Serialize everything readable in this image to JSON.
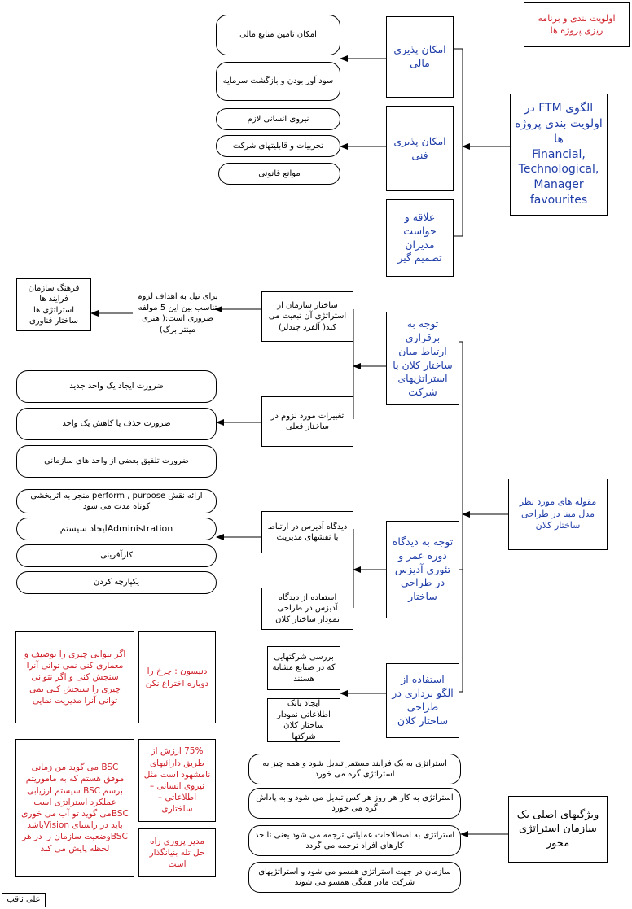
{
  "corner_title": "اولویت بندی و برنامه ریزی پروژه ها",
  "ftm": {
    "line1": "الگوی FTM در اولویت بندی پروژه ها",
    "line2": "Financial, Technological, Manager favourites"
  },
  "financial": {
    "title": "امکان پذیری مالی",
    "items": [
      "امکان تامین منابع مالی",
      "سود آور بودن و بازگشت سرمایه"
    ]
  },
  "technical": {
    "title": "امکان پذیری فنی",
    "items": [
      "نیروی انسانی لازم",
      "تجربیات و قابلیتهای شرکت",
      "موانع قانونی"
    ]
  },
  "managers": "علاقه و خواست مدیران تصمیم گیر",
  "criteria": "مقوله های مورد نظر مدل مبنا در طراحی ساختار کلان",
  "macro_link": {
    "title": "توجه به برقراری ارتباط میان ساختار کلان با استراتژیهای شرکت",
    "chandler": "ساختار سازمان از استراتژی آن تبعیت می کند( آلفرد چندلر)",
    "mintzberg": "برای نیل به اهداف لزوم تناسب بین این 5 مولفه ضروری است:( هنری مینتز برگ)",
    "components": "فرهنگ سازمان فرایند ها استراتژی ها ساختار فناوری",
    "changes": "تغییرات مورد لزوم در ساختار فعلی",
    "change_items": [
      "ضرورت ایجاد یک واحد جدید",
      "ضرورت حذف یا کاهش یک واحد",
      "ضرورت تلفیق بعضی از واحد های سازمانی"
    ]
  },
  "adizes": {
    "title": "توجه به دیدگاه دوره عمر و تئوری آدیزس در طراحی ساختار",
    "roles_view": "دیدگاه آدیزس در ارتباط با نقشهای مدیریت",
    "usage": "استفاده از دیدگاه آدیزس در طراحی نمودار ساختار کلان",
    "role_items": [
      "ارائه نقش perform , purpose منجر به اثربخشی کوتاه مدت می شود",
      "Administrationایجاد سیستم",
      "کارآفرینی",
      "یکپارچه کردن"
    ]
  },
  "benchmark": {
    "title": "استفاده از الگو برداری در طراحی ساختار کلان",
    "items": [
      "بررسی شرکتهایی که در صنایع مشابه هستند",
      "ایجاد بانک اطلاعاتی نمودار ساختار کلان شرکتها"
    ]
  },
  "red_notes": {
    "measure": "اگر نتوانی چیزی را توصیف و معماری کنی نمی توانی آنرا سنجش کنی و اگر نتوانی چیزی را سنجش کنی نمی توانی آنرا مدیریت نمایی",
    "deming": "دنیسون : چرخ را دوباره اختراع نکن",
    "bsc": "BSC می گوید من زمانی موفق هستم که به ماموریتم برسم BSC سیستم ارزیابی عملکرد استراتژی است BSCمی گوید تو آب می خوری باید در راستای Visionباشد BSCوضعیت سازمان را در هر لحظه پایش می کند",
    "percent": "75% ارزش از طریق دارائیهای نامشهود است مثل نیروی انسانی – اطلاعاتی – ساختاری",
    "ownership": "مدیر پروری راه حل تله بنیانگذار است"
  },
  "features": {
    "title": "ویژگیهای اصلی یک سازمان استراتژی محور",
    "items": [
      "استراتژی به یک فرایند مستمر تبدیل شود و همه چیز به استراتژی گره می خورد",
      "استراتژی به کار هر روز هر کس تبدیل می شود و به پاداش گره می خورد",
      "استراتژی به اصطلاحات عملیاتی ترجمه می شود یعنی تا حد کارهای افراد ترجمه می گردد",
      "سازمان در جهت استراتژی همسو می شود و استراتژیهای شرکت مادر همگی همسو می شوند"
    ]
  },
  "author": "علی ثاقب"
}
